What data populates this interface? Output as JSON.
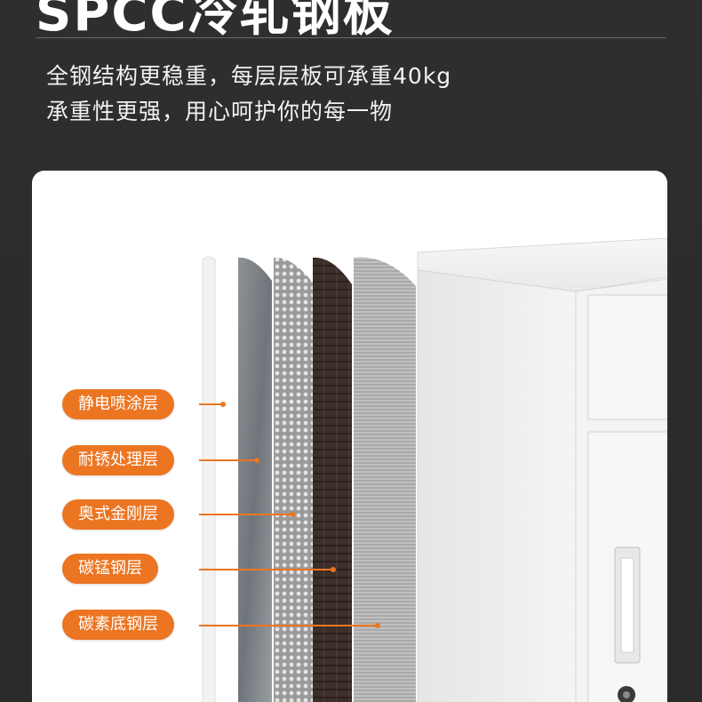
{
  "header": {
    "title_partial": "SPCC冷轧钢板",
    "description_line1": "全钢结构更稳重，每层层板可承重40kg",
    "description_line2": "承重性更强，用心呵护你的每一物"
  },
  "layers": [
    {
      "label": "静电喷涂层"
    },
    {
      "label": "耐锈处理层"
    },
    {
      "label": "奥式金刚层"
    },
    {
      "label": "碳锰钢层"
    },
    {
      "label": "碳素底钢层"
    }
  ],
  "colors": {
    "accent": "#ec7522",
    "background": "#2b2b2b",
    "panel": "#ffffff"
  }
}
